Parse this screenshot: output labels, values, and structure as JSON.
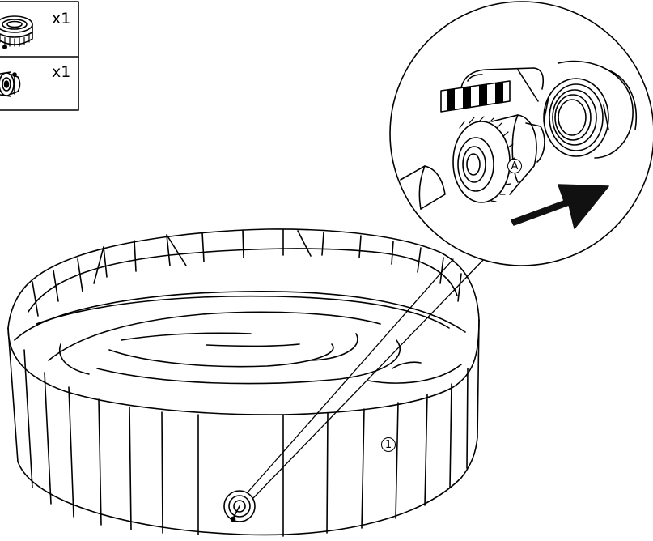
{
  "parts": [
    {
      "icon": "lock-nut-icon",
      "quantity": "x1"
    },
    {
      "icon": "valve-connector-icon",
      "quantity": "x1"
    }
  ],
  "callouts": {
    "connector": "A",
    "pool_wall": "1"
  },
  "colors": {
    "line": "#000000",
    "background": "#ffffff",
    "arrow": "#111111"
  }
}
